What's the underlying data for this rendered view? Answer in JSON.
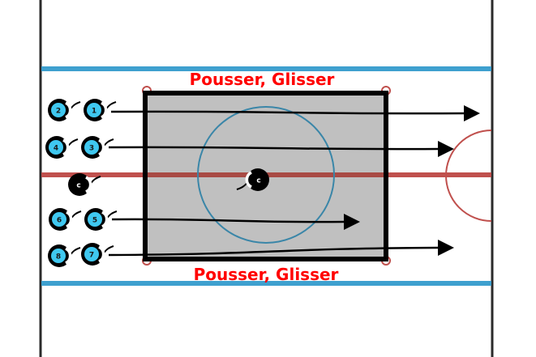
{
  "diagram": {
    "title_top": "Pousser, Glisser",
    "title_bottom": "Pousser, Glisser",
    "colors": {
      "board": "#2b2b2b",
      "blue_line": "#3ea0cf",
      "red_line": "#c0504d",
      "zone_fill": "#c0c0c0",
      "zone_border": "#000000",
      "faceoff_circle": "#3a86a8",
      "label_text": "#ff0000",
      "player_fill": "#3fc8f0",
      "coach_fill": "#000000",
      "arrow": "#000000"
    },
    "players": [
      {
        "id": "1",
        "role": "player"
      },
      {
        "id": "2",
        "role": "player"
      },
      {
        "id": "3",
        "role": "player"
      },
      {
        "id": "4",
        "role": "player"
      },
      {
        "id": "5",
        "role": "player"
      },
      {
        "id": "6",
        "role": "player"
      },
      {
        "id": "7",
        "role": "player"
      },
      {
        "id": "8",
        "role": "player"
      }
    ],
    "coaches": [
      {
        "id": "C",
        "location": "left-start"
      },
      {
        "id": "C",
        "location": "center-ice"
      }
    ],
    "paths": [
      {
        "from": "1",
        "description": "skate straight across to far side"
      },
      {
        "from": "3",
        "description": "skate straight across to far side"
      },
      {
        "from": "5",
        "description": "skate straight across, stop inside zone"
      },
      {
        "from": "7",
        "description": "skate straight across to far side"
      }
    ]
  }
}
